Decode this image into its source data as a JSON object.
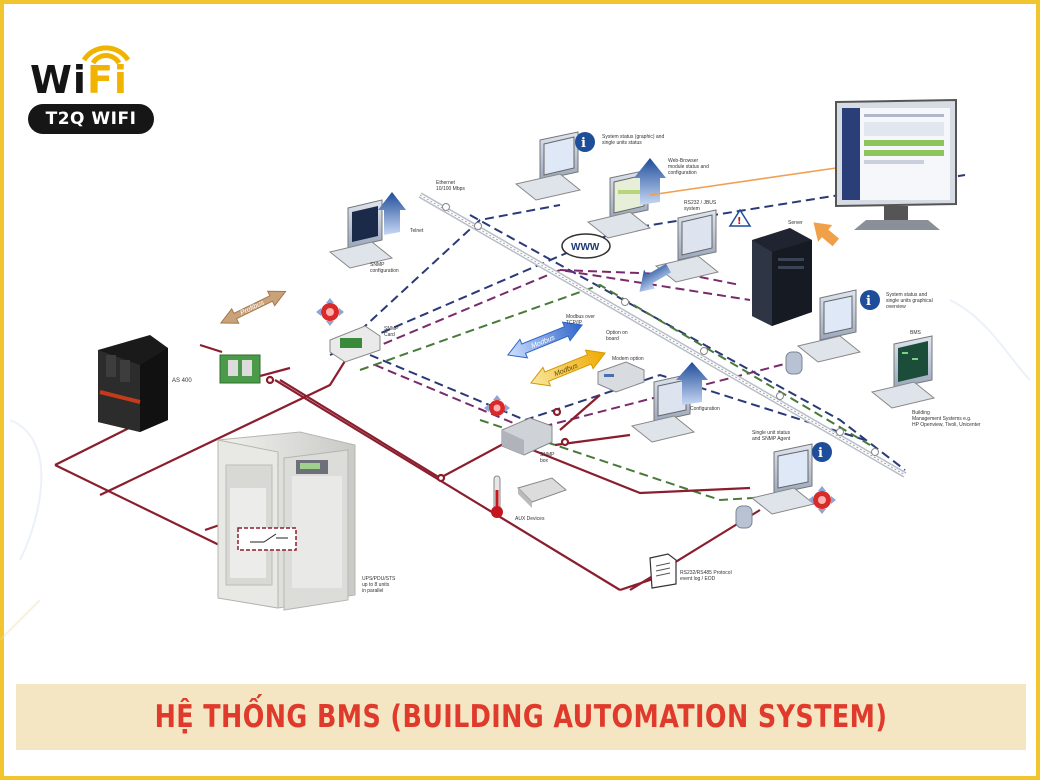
{
  "logo": {
    "wordmark_wi": "Wi",
    "wordmark_fi": "Fi",
    "brand": "T2Q WIFI"
  },
  "banner": {
    "title": "HỆ THỐNG BMS (BUILDING AUTOMATION SYSTEM)"
  },
  "colors": {
    "frame": "#f2c52e",
    "banner_bg": "#f4e6c2",
    "banner_text": "#e03a2c",
    "wire": "#8b1e2e",
    "dash_navy": "#2a3a78",
    "dash_purple": "#7a2a6a",
    "dash_green": "#4a7a3a",
    "protocol_arrow": "#c9a27a"
  },
  "diagram": {
    "labels": {
      "profibus": "Profibus",
      "modbus_blue": "Modbus",
      "modbus_yellow": "Modbus",
      "www": "WWW",
      "as400": "AS 400",
      "ethernet": "Ethernet\n10/100 Mbps",
      "telnet": "Telnet",
      "snmp_config": "SNMP\nconfiguration",
      "system_status": "System status (graphic) and\nsingle units status",
      "web_browser": "Web-Browser\nmodule status and\nconfiguration",
      "rs232_jbus": "RS232 / JBUS\nsystem",
      "server": "Server",
      "system_status_2": "System status and\nsingle units graphical\noverview",
      "bms": "BMS",
      "building_mgmt": "Building\nManagement Systems e.g.\nHP Openview, Tivoli, Unicenter",
      "single_units": "Single unit status\nand SNMP Agent",
      "configuration": "Configuration",
      "modbus_tcpip": "Modbus over\nTCP/IP",
      "option_on_board": "Option on\nboard",
      "modem_option": "Modem option",
      "snmp_card": "SNMP\nCard",
      "snmp_box": "SNMP\nbox",
      "aux_devices": "AUX Devices",
      "ups_note": "UPS/PDU/STS\nup to 8 units\nin parallel",
      "report_note": "RS232/RS485 Protocol\nevent log / EOD"
    }
  }
}
